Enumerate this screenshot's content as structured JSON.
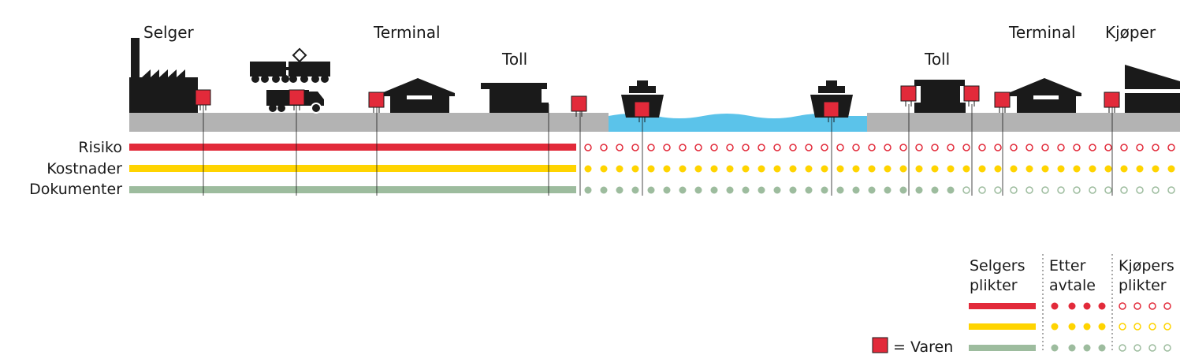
{
  "locations": {
    "seller": "Selger",
    "terminal_left": "Terminal",
    "customs_left": "Toll",
    "customs_right": "Toll",
    "terminal_right": "Terminal",
    "buyer": "Kjøper"
  },
  "rows": {
    "risk": "Risiko",
    "costs": "Kostnader",
    "documents": "Dokumenter"
  },
  "legend": {
    "seller_duties_line1": "Selgers",
    "seller_duties_line2": "plikter",
    "by_agreement_line1": "Etter",
    "by_agreement_line2": "avtale",
    "buyer_duties_line1": "Kjøpers",
    "buyer_duties_line2": "plikter",
    "goods": "= Varen"
  },
  "colors": {
    "risk": "#e22a3a",
    "costs": "#ffd400",
    "documents": "#9dbc9e",
    "ground": "#b3b3b3",
    "water": "#5bc3ea",
    "silhouette": "#1a1a1a",
    "goods": "#e22a3a"
  },
  "icons": [
    "factory-icon",
    "train-icon",
    "truck-icon",
    "warehouse-icon",
    "customs-building-icon",
    "ship-icon",
    "buyer-building-icon",
    "goods-marker-icon"
  ]
}
